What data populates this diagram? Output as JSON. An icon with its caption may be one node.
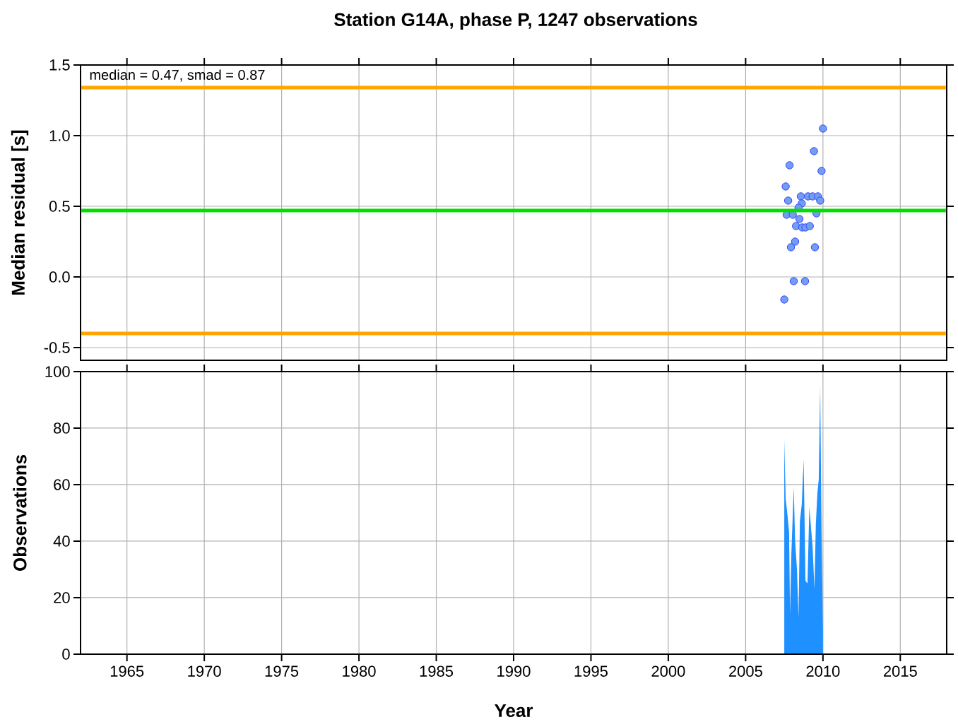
{
  "diagram": {
    "title": "Station G14A, phase P, 1247 observations",
    "labels": [
      "median = 0.47, smad = 0.87"
    ],
    "chart_data": [
      {
        "type": "scatter",
        "ylabel": "Median residual [s]",
        "grid": true,
        "xlim": [
          1962,
          2018
        ],
        "ylim": [
          -0.59,
          1.5
        ],
        "yticks": [
          -0.5,
          {
            "value": 0,
            "label": "0.0"
          },
          0.5,
          {
            "value": 1,
            "label": "1.0"
          },
          1.5
        ],
        "x": [
          2010.0,
          2009.42,
          2007.84,
          2009.91,
          2007.59,
          2007.75,
          2008.57,
          2009.03,
          2009.33,
          2009.67,
          2009.82,
          2008.63,
          2008.42,
          2007.65,
          2008.05,
          2008.48,
          2009.58,
          2008.26,
          2008.66,
          2008.87,
          2009.15,
          2008.2,
          2007.93,
          2009.48,
          2008.11,
          2008.84,
          2007.5
        ],
        "series": [
          {
            "color": "#6f9ff0",
            "values": [
              1.05,
              0.89,
              0.79,
              0.75,
              0.64,
              0.54,
              0.57,
              0.57,
              0.57,
              0.57,
              0.54,
              0.52,
              0.49,
              0.44,
              0.44,
              0.41,
              0.45,
              0.36,
              0.35,
              0.35,
              0.36,
              0.25,
              0.21,
              0.21,
              -0.03,
              -0.03,
              -0.16
            ]
          }
        ],
        "ref_lines": [
          {
            "axis": "y",
            "value": 0.47,
            "color": "#00e000"
          },
          {
            "axis": "y",
            "value": 1.34,
            "color": "#ffa500"
          },
          {
            "axis": "y",
            "value": -0.4,
            "color": "#ffa500"
          }
        ]
      },
      {
        "type": "area",
        "xlabel": "Year",
        "ylabel": "Observations",
        "grid": true,
        "xlim": [
          1962,
          2018
        ],
        "ylim": [
          0,
          100
        ],
        "xticks": [
          1965,
          1970,
          1975,
          1980,
          1985,
          1990,
          1995,
          2000,
          2005,
          2010,
          2015
        ],
        "yticks": [
          0,
          20,
          40,
          60,
          80,
          100
        ],
        "x": [
          2007.5,
          2007.59,
          2007.71,
          2007.81,
          2007.87,
          2007.96,
          2008.11,
          2008.2,
          2008.32,
          2008.42,
          2008.51,
          2008.63,
          2008.75,
          2008.87,
          2009.0,
          2009.12,
          2009.24,
          2009.33,
          2009.45,
          2009.54,
          2009.64,
          2009.73,
          2009.82,
          2009.91,
          2010.0
        ],
        "series": [
          {
            "color": "#1e90ff",
            "values": [
              76,
              55,
              49,
              43,
              14,
              36,
              59,
              40,
              30,
              13,
              47,
              53,
              69,
              26,
              25,
              52,
              44,
              38,
              23,
              46,
              57,
              62,
              95,
              44,
              8
            ]
          }
        ]
      }
    ]
  }
}
